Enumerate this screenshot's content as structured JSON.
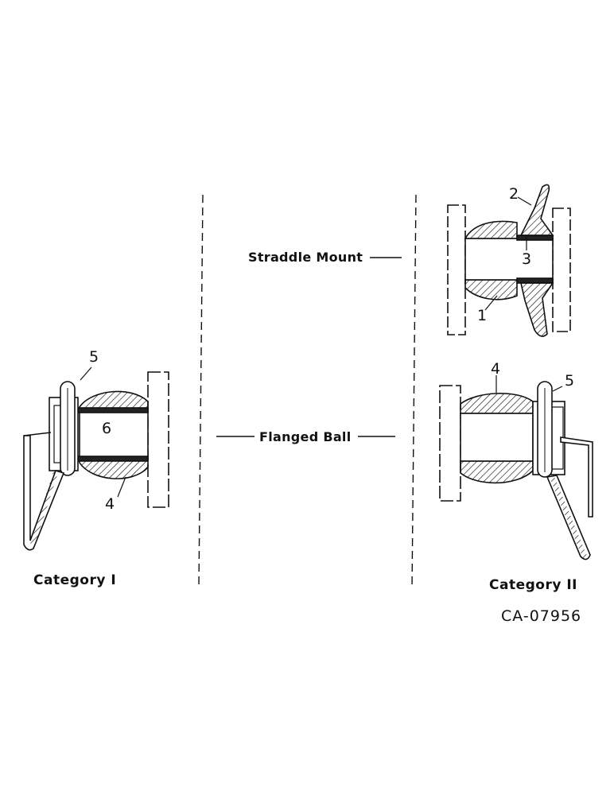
{
  "labels": {
    "straddle_mount": "Straddle Mount",
    "flanged_ball": "Flanged Ball",
    "category_1": "Category I",
    "category_2": "Category II",
    "drawing_code": "CA-07956"
  },
  "callouts": {
    "left": {
      "five": "5",
      "six": "6",
      "four": "4"
    },
    "straddle": {
      "two": "2",
      "three": "3",
      "one": "1"
    },
    "right": {
      "four": "4",
      "five": "5"
    }
  },
  "colors": {
    "ink": "#111111",
    "paper": "#ffffff"
  }
}
